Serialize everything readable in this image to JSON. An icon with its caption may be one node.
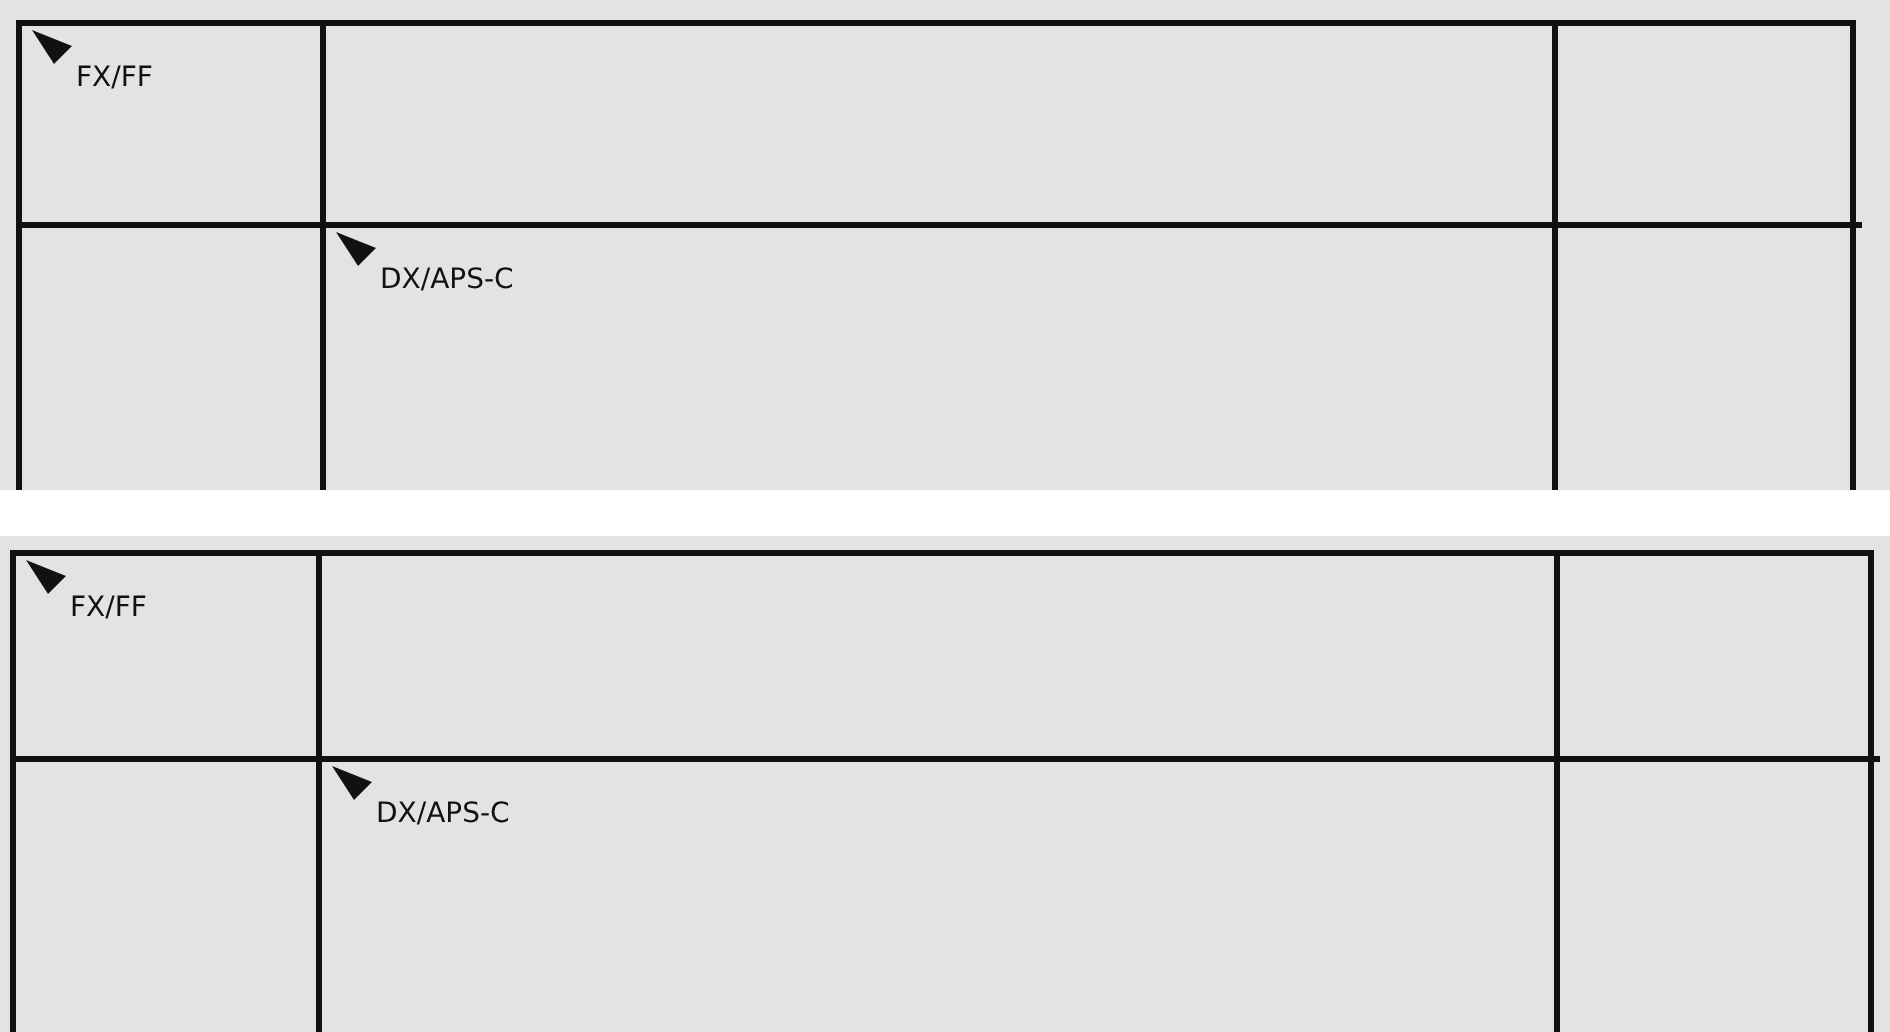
{
  "diagram": {
    "nodes": [
      {
        "text": [
          "FX/FF"
        ]
      },
      {
        "text": [
          "DX/APS-C"
        ],
        "in": 0
      },
      {
        "text": [
          "FX/FF"
        ]
      },
      {
        "text": [
          "DX/APS-C"
        ],
        "in": 2
      }
    ]
  }
}
